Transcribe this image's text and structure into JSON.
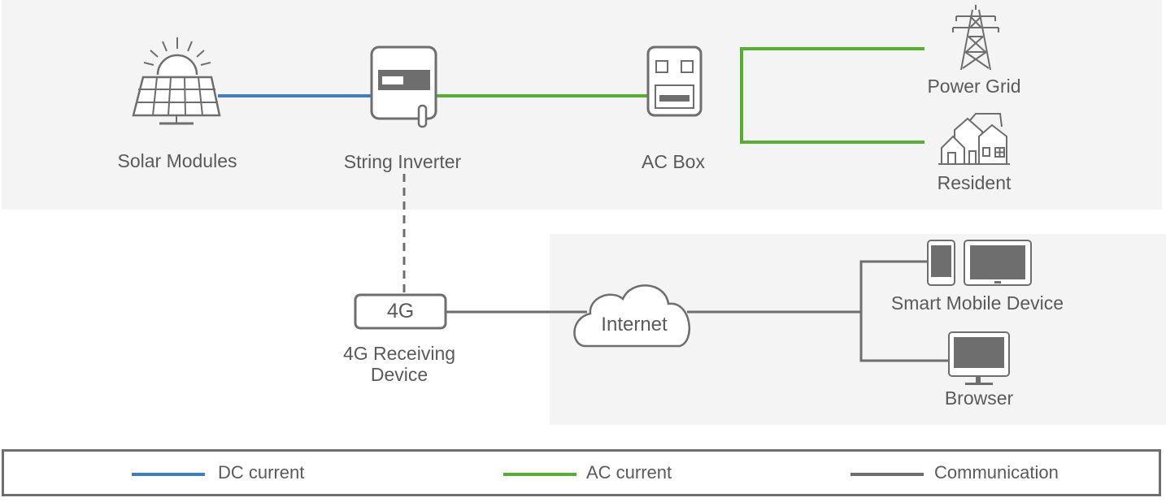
{
  "colors": {
    "dc": "#3f7fbf",
    "ac": "#55b031",
    "communication": "#6e6e6e",
    "panel_background": "#f3f4f3",
    "icon_gray": "#6e6e6e"
  },
  "nodes": {
    "solar_modules": {
      "label": "Solar Modules",
      "icon": "solar-panel-icon"
    },
    "string_inverter": {
      "label": "String Inverter",
      "icon": "inverter-icon"
    },
    "ac_box": {
      "label": "AC Box",
      "icon": "ac-box-icon"
    },
    "power_grid": {
      "label": "Power Grid",
      "icon": "power-tower-icon"
    },
    "resident": {
      "label": "Resident",
      "icon": "houses-icon"
    },
    "receiver_4g": {
      "badge": "4G",
      "label_line1": "4G Receiving",
      "label_line2": "Device"
    },
    "internet": {
      "label": "Internet",
      "icon": "cloud-icon"
    },
    "smart_mobile": {
      "label": "Smart Mobile Device",
      "icon": "phone-tablet-icon"
    },
    "browser": {
      "label": "Browser",
      "icon": "monitor-icon"
    }
  },
  "legend": {
    "dc": "DC current",
    "ac": "AC current",
    "communication": "Communication"
  }
}
